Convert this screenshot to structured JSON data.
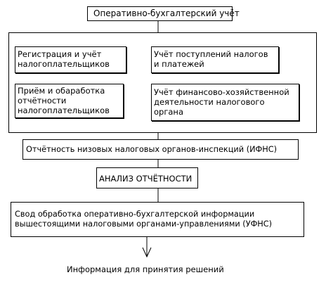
{
  "diagram": {
    "top_box": "Оперативно-бухгалтерский учёт",
    "group": {
      "item1": [
        "Регистрация и учёт",
        "налогоплательщиков"
      ],
      "item2": [
        "Учёт поступлений налогов",
        "и платежей"
      ],
      "item3": [
        "Приём и обаработка",
        "отчётности",
        "налогоплательщиков"
      ],
      "item4": [
        "Учёт финансово-хозяйственной",
        "деятельности налогового",
        "органа"
      ]
    },
    "reporting_box": "Отчётность низовых налоговых органов-инспекций (ИФНС)",
    "analysis_box": "АНАЛИЗ ОТЧЁТНОСТИ",
    "summary_box": [
      "Свод обработка оперативно-бухгалтерской информации",
      "вышестоящими налоговыми органами-управлениями (УФНС)"
    ],
    "footer_text": "Информация для принятия решений"
  }
}
